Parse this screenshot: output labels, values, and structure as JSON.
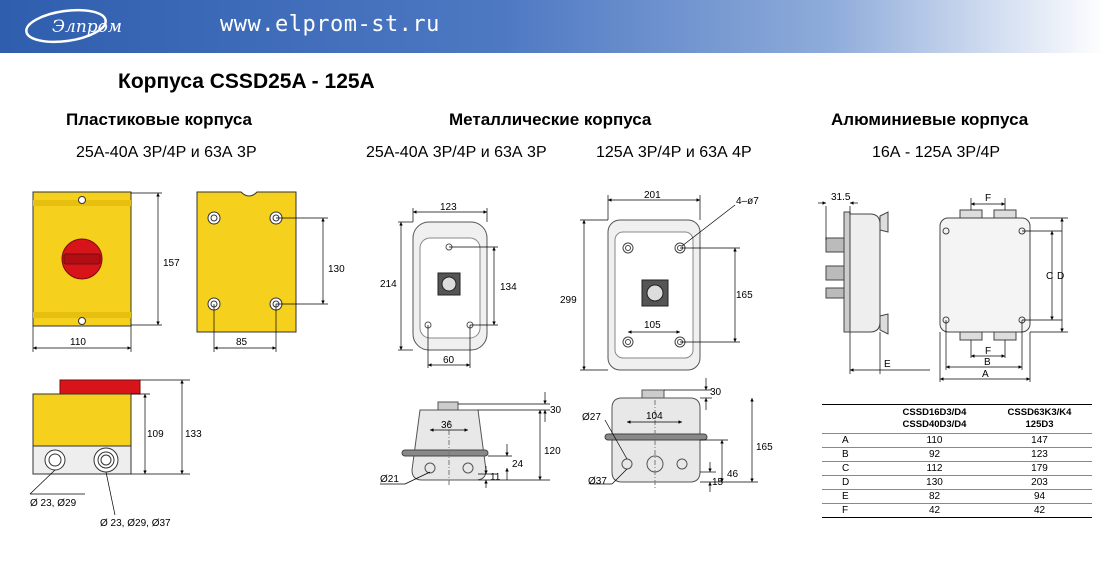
{
  "header": {
    "logo_text": "Элпром",
    "url": "www.elprom-st.ru",
    "colors": {
      "banner_start": "#2f5eae",
      "banner_end": "#ffffff"
    }
  },
  "title": "Корпуса CSSD25A - 125A",
  "sections": {
    "plastic": {
      "title": "Пластиковые корпуса",
      "subtitle": "25А-40А 3Р/4Р и 63А 3Р"
    },
    "metal": {
      "title": "Металлические корпуса",
      "subtitle_left": "25А-40А 3Р/4Р и 63А 3Р",
      "subtitle_right": "125А 3Р/4Р и 63А 4Р"
    },
    "aluminum": {
      "title": "Алюминиевые корпуса",
      "subtitle": "16А - 125А  3Р/4Р"
    }
  },
  "dims": {
    "p157": "157",
    "p110": "110",
    "p130": "130",
    "p85": "85",
    "p109": "109",
    "p133": "133",
    "p_hole_small": "Ø 23, Ø29",
    "p_hole_large": "Ø 23, Ø29, Ø37",
    "m123": "123",
    "m214": "214",
    "m134": "134",
    "m60": "60",
    "m36": "36",
    "m30a": "30",
    "m120": "120",
    "m24": "24",
    "m11": "11",
    "m21": "Ø21",
    "m201": "201",
    "m4x7": "4–ø7",
    "m299": "299",
    "m165a": "165",
    "m105": "105",
    "m30b": "30",
    "m104": "104",
    "m27": "Ø27",
    "m165b": "165",
    "m46": "46",
    "m15": "15",
    "m37": "Ø37",
    "a315": "31.5",
    "aF": "F",
    "aC": "C",
    "aD": "D",
    "aE": "E",
    "aB": "B",
    "aA": "A",
    "aF2": "F"
  },
  "table": {
    "headers": [
      {
        "l1": "",
        "l2": ""
      },
      {
        "l1": "CSSD16D3/D4",
        "l2": "CSSD40D3/D4"
      },
      {
        "l1": "CSSD63K3/K4",
        "l2": "125D3"
      }
    ],
    "rows": [
      {
        "label": "A",
        "v1": "110",
        "v2": "147"
      },
      {
        "label": "B",
        "v1": "92",
        "v2": "123"
      },
      {
        "label": "C",
        "v1": "112",
        "v2": "179"
      },
      {
        "label": "D",
        "v1": "130",
        "v2": "203"
      },
      {
        "label": "E",
        "v1": "82",
        "v2": "94"
      },
      {
        "label": "F",
        "v1": "42",
        "v2": "42"
      }
    ]
  },
  "colors": {
    "plastic_body": "#f5d11e",
    "switch_handle": "#d8141b",
    "metal_body": "#d9d9d9",
    "metal_frame": "#8c8c8c"
  }
}
